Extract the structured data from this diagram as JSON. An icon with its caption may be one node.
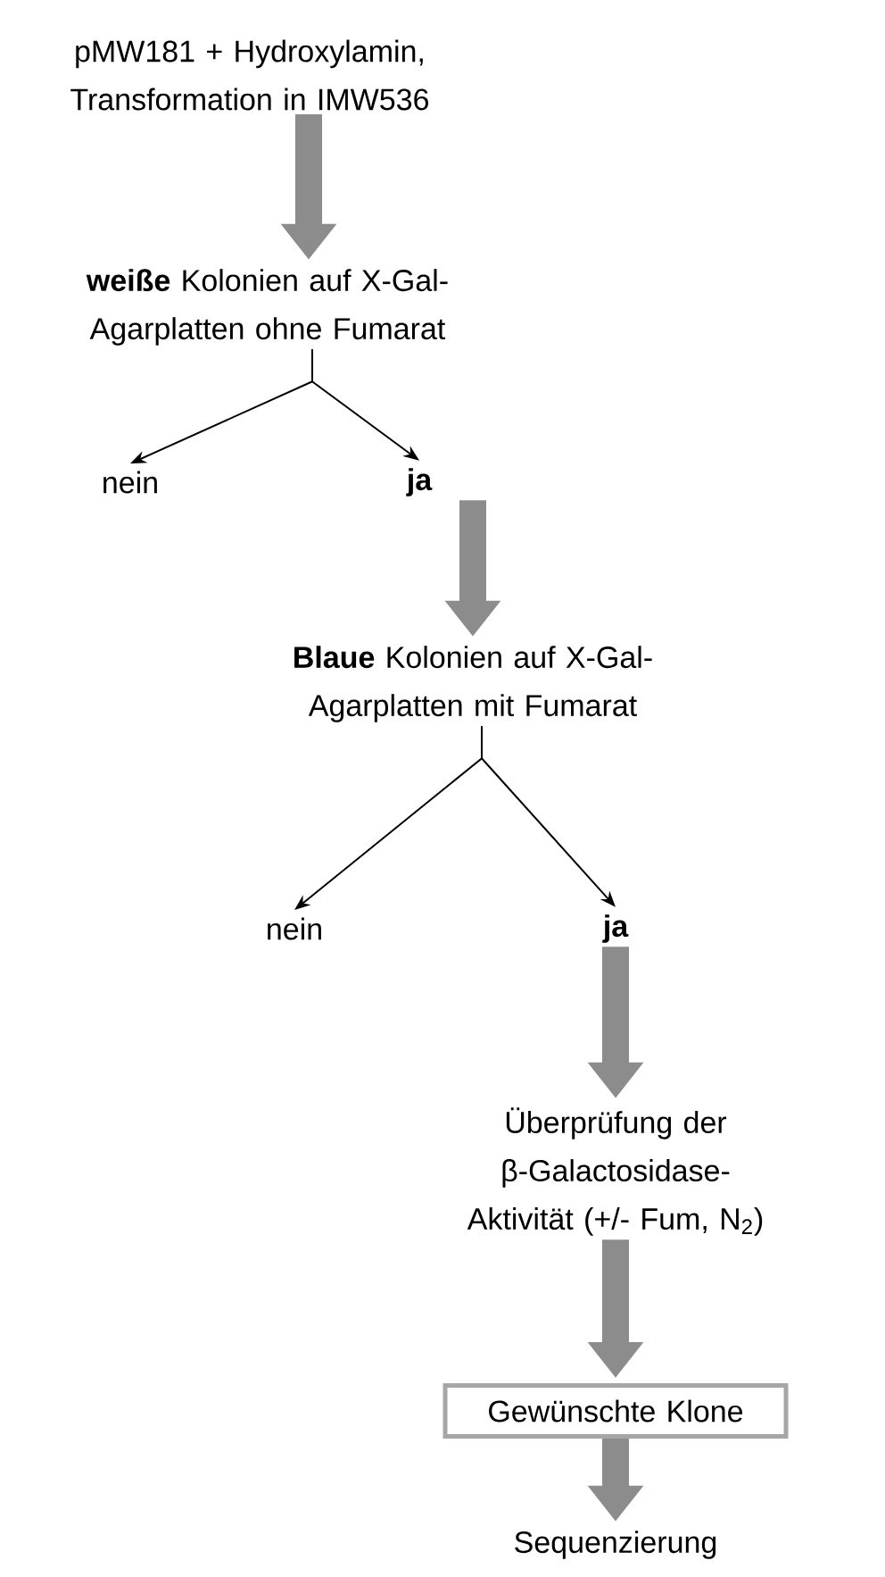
{
  "diagram": {
    "nodes": [
      {
        "text": [
          "pMW181 + Hydroxylamin, Transformation in IMW536"
        ]
      },
      {
        "text": [
          "**weiße** Kolonien auf X-Gal-Agarplatten ohne Fumarat"
        ]
      },
      {
        "text": [
          "nein"
        ]
      },
      {
        "text": [
          "ja"
        ]
      },
      {
        "text": [
          "**Blaue** Kolonien auf X-Gal-Agarplatten mit Fumarat"
        ]
      },
      {
        "text": [
          "nein"
        ]
      },
      {
        "text": [
          "ja"
        ]
      },
      {
        "text": [
          "Überprüfung der β-Galactosidase-Aktivität (+/- Fum, N$_{2}$)"
        ]
      },
      {
        "text": [
          "Gewünschte Klone"
        ]
      },
      {
        "text": [
          "Sequenzierung"
        ]
      }
    ],
    "edges": [
      {
        "from": 0,
        "to": 1,
        "arrow": "to"
      },
      {
        "from": 1,
        "to": 2,
        "arrow": "to",
        "color": "#000000"
      },
      {
        "from": 1,
        "to": 3,
        "arrow": "to",
        "color": "#000000"
      },
      {
        "from": 3,
        "to": 4,
        "arrow": "to"
      },
      {
        "from": 4,
        "to": 5,
        "arrow": "to",
        "color": "#000000"
      },
      {
        "from": 4,
        "to": 6,
        "arrow": "to",
        "color": "#000000"
      },
      {
        "from": 6,
        "to": 7,
        "arrow": "to"
      },
      {
        "from": 7,
        "to": 8,
        "arrow": "to"
      },
      {
        "from": 8,
        "to": 9,
        "arrow": "to"
      }
    ]
  }
}
